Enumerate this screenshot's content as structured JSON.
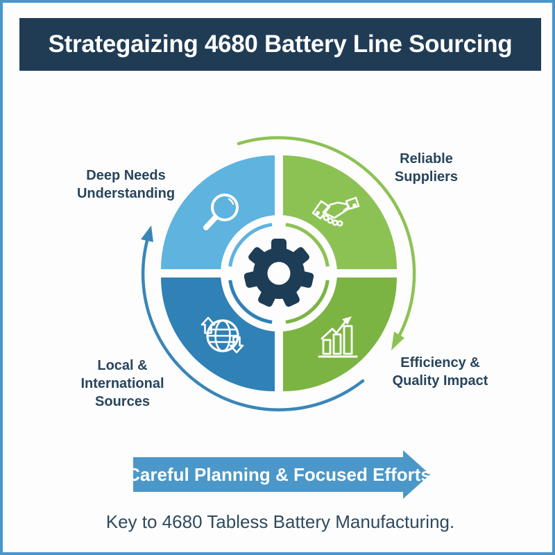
{
  "theme": {
    "page_bg": "#fdfdfd",
    "frame_border": "#4a95c9",
    "header_bg": "#203c55",
    "header_text": "#ffffff",
    "label_text": "#27445c",
    "quad_tl": "#5fb3df",
    "quad_tr": "#8cc254",
    "quad_bl": "#2f81b6",
    "quad_br": "#7cb443",
    "gear": "#1d3c55",
    "icon_stroke": "#ffffff",
    "arrow_blue": "#3a86b8",
    "arrow_green": "#8cc254",
    "banner_bg": "#4b97c9",
    "banner_text": "#ffffff",
    "caption_text": "#2e4a5e"
  },
  "header": {
    "title": "Strategaizing 4680 Battery Line Sourcing"
  },
  "wheel": {
    "center_icon": "gear-icon",
    "quadrants": [
      {
        "id": "deep-needs-understanding",
        "icon": "magnifier-icon",
        "color": "#5fb3df",
        "lines": [
          "Deep Needs",
          "Understanding"
        ]
      },
      {
        "id": "reliable-suppliers",
        "icon": "handshake-icon",
        "color": "#8cc254",
        "lines": [
          "Reliable",
          "Suppliers"
        ]
      },
      {
        "id": "local-international",
        "icon": "globe-arrows-icon",
        "color": "#2f81b6",
        "lines": [
          "Local &",
          "International",
          "Sources"
        ]
      },
      {
        "id": "efficiency-quality",
        "icon": "growth-chart-icon",
        "color": "#7cb443",
        "lines": [
          "Efficiency &",
          "Quality Impact"
        ]
      }
    ],
    "flow_arrows": [
      "blue-curved-arrow",
      "green-curved-arrow"
    ]
  },
  "banner": {
    "label": "Careful Planning & Focused Efforts"
  },
  "caption": {
    "text": "Key to 4680 Tabless Battery Manufacturing."
  }
}
